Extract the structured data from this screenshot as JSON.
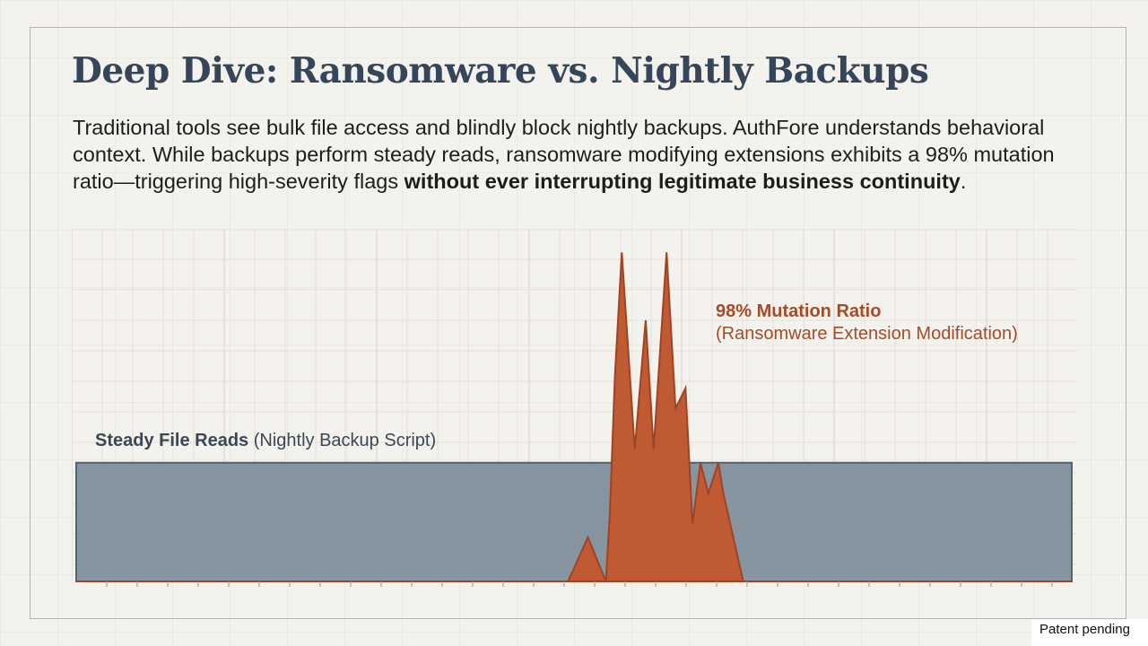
{
  "slide": {
    "title": "Deep Dive: Ransomware vs. Nightly Backups",
    "body_part1": "Traditional tools see bulk file access and blindly block nightly backups. AuthFore understands behavioral context. While backups perform steady reads, ransomware modifying extensions exhibits a 98% mutation ratio—triggering high-severity flags ",
    "body_bold": "without ever interrupting legitimate business continuity",
    "body_end": ".",
    "footer": "Patent pending"
  },
  "colors": {
    "backup": "#8795a1",
    "backup_edge": "#56636e",
    "ransomware": "#bf5a33",
    "ransomware_edge": "#9e4424",
    "label_dark": "#3a4756",
    "label_orange": "#a54b28"
  },
  "chart_data": {
    "type": "area",
    "title": "",
    "xlabel": "",
    "ylabel": "",
    "xlim": [
      0,
      100
    ],
    "ylim": [
      0,
      100
    ],
    "grid": true,
    "series": [
      {
        "name": "Steady File Reads (Nightly Backup Script)",
        "x": [
          0,
          100
        ],
        "y": [
          35,
          35
        ]
      },
      {
        "name": "98% Mutation Ratio (Ransomware Extension Modification)",
        "x": [
          49.4,
          51.4,
          53.2,
          53.6,
          54.1,
          54.8,
          56.1,
          57.2,
          58.0,
          59.3,
          60.2,
          61.2,
          61.9,
          62.7,
          63.5,
          64.5,
          65.0,
          67.0
        ],
        "y": [
          0,
          13,
          0,
          20,
          60,
          97,
          39,
          77,
          39,
          97,
          51,
          57,
          17,
          35,
          26,
          35,
          26,
          0
        ]
      }
    ],
    "annotations": {
      "backup_bold": "Steady File Reads",
      "backup_rest": " (Nightly Backup Script)",
      "ransom_line1": "98% Mutation Ratio",
      "ransom_line2": "(Ransomware Extension Modification)"
    }
  }
}
